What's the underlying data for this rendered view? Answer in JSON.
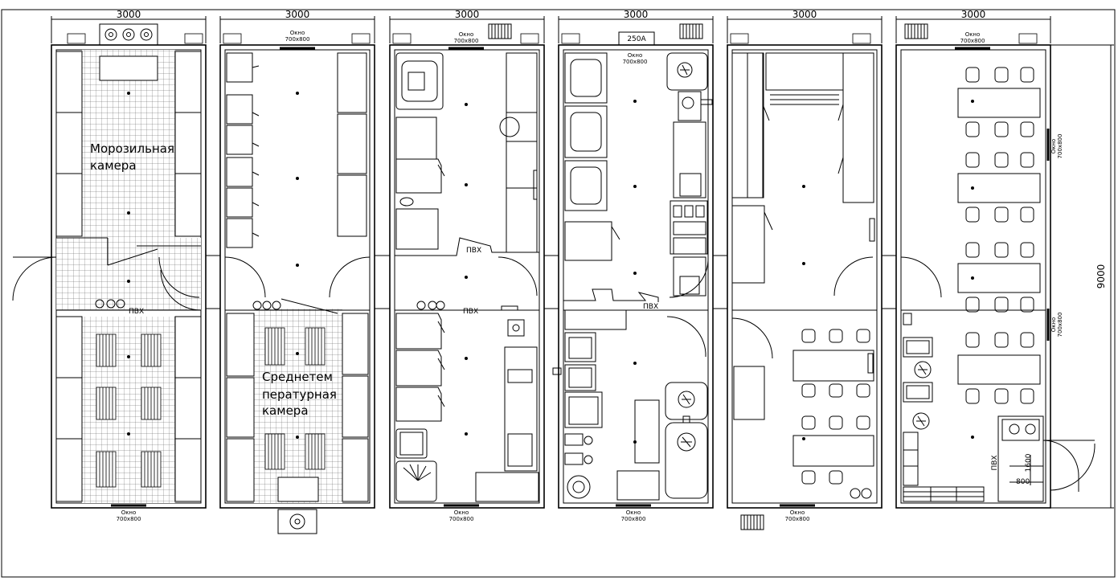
{
  "drawing": {
    "module_width_label": "3000",
    "height_dimension_label": "9000",
    "window_label_top": "Окно",
    "window_size": "700х800",
    "panel_label": "250А",
    "pvc_label": "ПВХ",
    "dim_1600": "1600",
    "dim_800": "800",
    "freezer_room": [
      "Морозильная",
      "камера"
    ],
    "medium_room": [
      "Среднетем",
      "пературная",
      "камера"
    ]
  }
}
